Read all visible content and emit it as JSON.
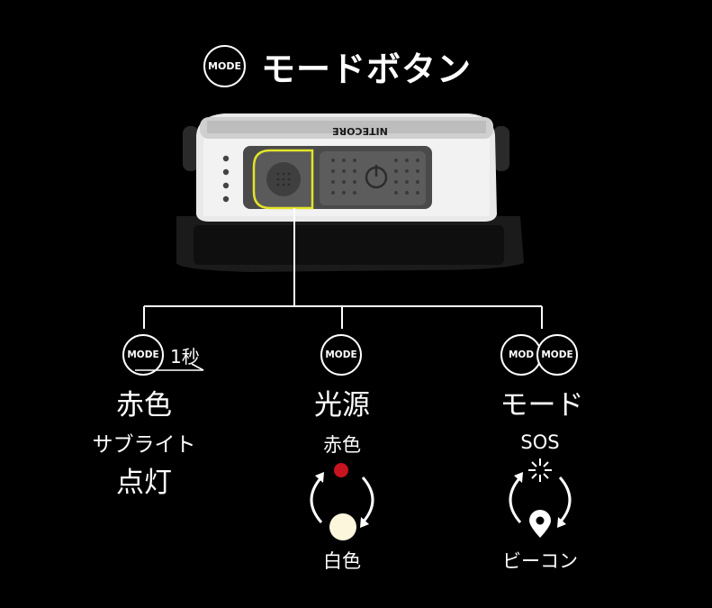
{
  "header": {
    "mode_badge": "MODE",
    "title": "モードボタン"
  },
  "device": {
    "brand_text": "NITECORE",
    "indicator_dots": 4,
    "highlighted_button": "mode-button",
    "highlight_color": "#e3e32a"
  },
  "columns": [
    {
      "badges": [
        "MODE"
      ],
      "hold_label": "1秒",
      "title": "赤色",
      "lines": [
        "サブライト",
        "点灯"
      ]
    },
    {
      "badges": [
        "MODE"
      ],
      "title": "光源",
      "cycle_top": "赤色",
      "cycle_bottom": "白色",
      "top_color": "#c8141e",
      "bottom_color": "#fbf6dc"
    },
    {
      "badges": [
        "MOD",
        "MODE"
      ],
      "title": "モード",
      "cycle_top": "SOS",
      "cycle_bottom": "ビーコン"
    }
  ]
}
